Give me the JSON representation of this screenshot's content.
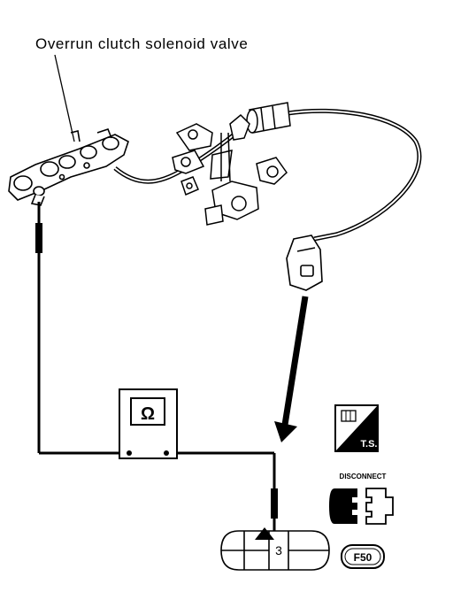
{
  "callout": {
    "label": "Overrun clutch solenoid valve"
  },
  "meter": {
    "symbol": "Ω"
  },
  "connector": {
    "terminal": "3"
  },
  "icons": {
    "ts_label": "T.S.",
    "disconnect_label": "DISCONNECT",
    "connector_code": "F50"
  }
}
